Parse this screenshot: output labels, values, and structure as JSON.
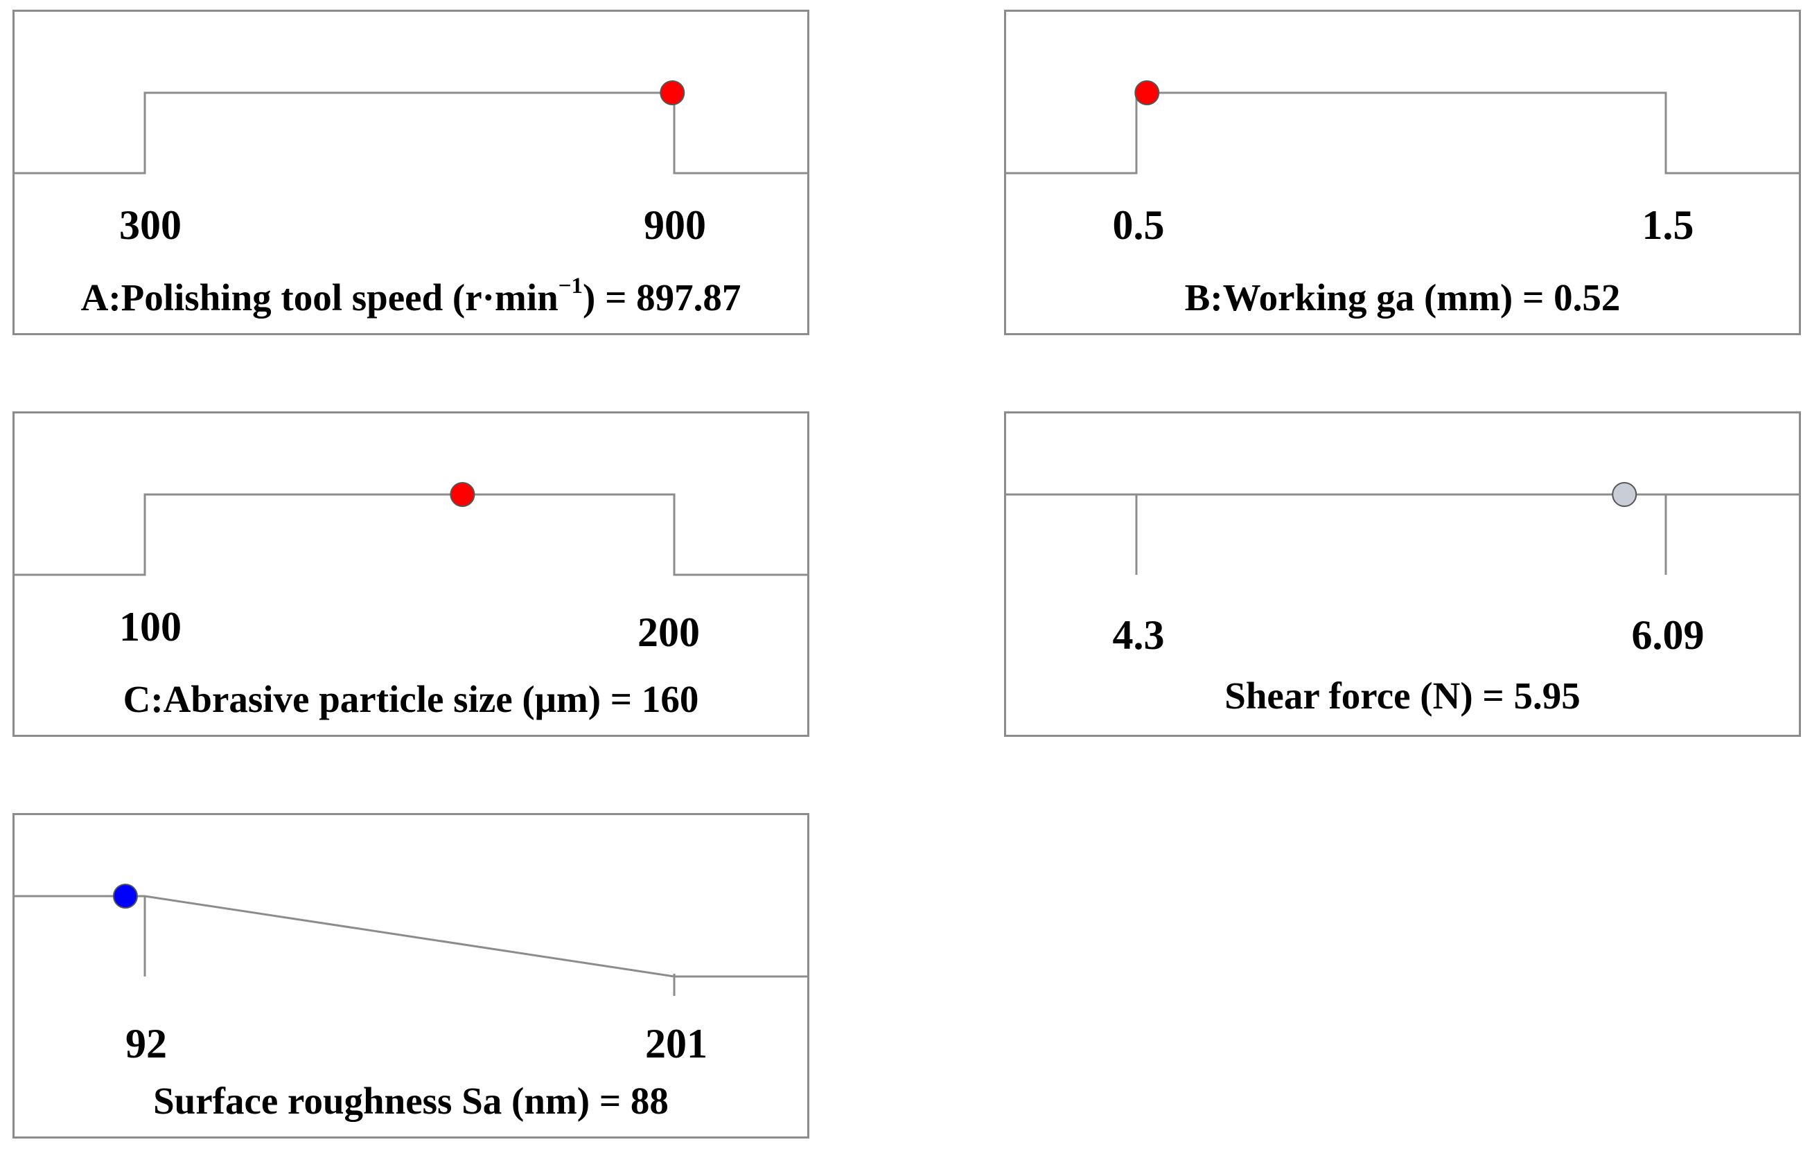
{
  "chart_data": [
    {
      "type": "ramp",
      "kind": "factor",
      "factor": "A",
      "name": "Polishing tool speed",
      "unit_prefix": "r·min",
      "unit_exponent": "−1",
      "title_suffix": ") = ",
      "value_text": "897.87",
      "low": 300,
      "high": 900,
      "low_label": "300",
      "high_label": "900",
      "value": 897.87,
      "profile": "range",
      "marker_color": "#ff0000"
    },
    {
      "type": "ramp",
      "kind": "factor",
      "factor": "B",
      "name": "Working ga",
      "unit": "mm",
      "title": "B:Working ga (mm) = 0.52",
      "low": 0.5,
      "high": 1.5,
      "low_label": "0.5",
      "high_label": "1.5",
      "value": 0.52,
      "profile": "range",
      "marker_color": "#ff0000"
    },
    {
      "type": "ramp",
      "kind": "factor",
      "factor": "C",
      "name": "Abrasive particle size",
      "unit": "μm",
      "title": "C:Abrasive particle size (μm) = 160",
      "low": 100,
      "high": 200,
      "low_label": "100",
      "high_label": "200",
      "value": 160,
      "profile": "range",
      "marker_color": "#ff0000"
    },
    {
      "type": "ramp",
      "kind": "response",
      "name": "Shear force",
      "unit": "N",
      "title": "Shear force (N) = 5.95",
      "low": 4.3,
      "high": 6.09,
      "low_label": "4.3",
      "high_label": "6.09",
      "value": 5.95,
      "profile": "none",
      "marker_color": "#c8cdd6"
    },
    {
      "type": "ramp",
      "kind": "response",
      "name": "Surface roughness Sa",
      "unit": "nm",
      "title": "Surface roughness Sa (nm) = 88",
      "low": 92,
      "high": 201,
      "low_label": "92",
      "high_label": "201",
      "value": 88,
      "profile": "minimize",
      "marker_color": "#0000ff"
    }
  ]
}
